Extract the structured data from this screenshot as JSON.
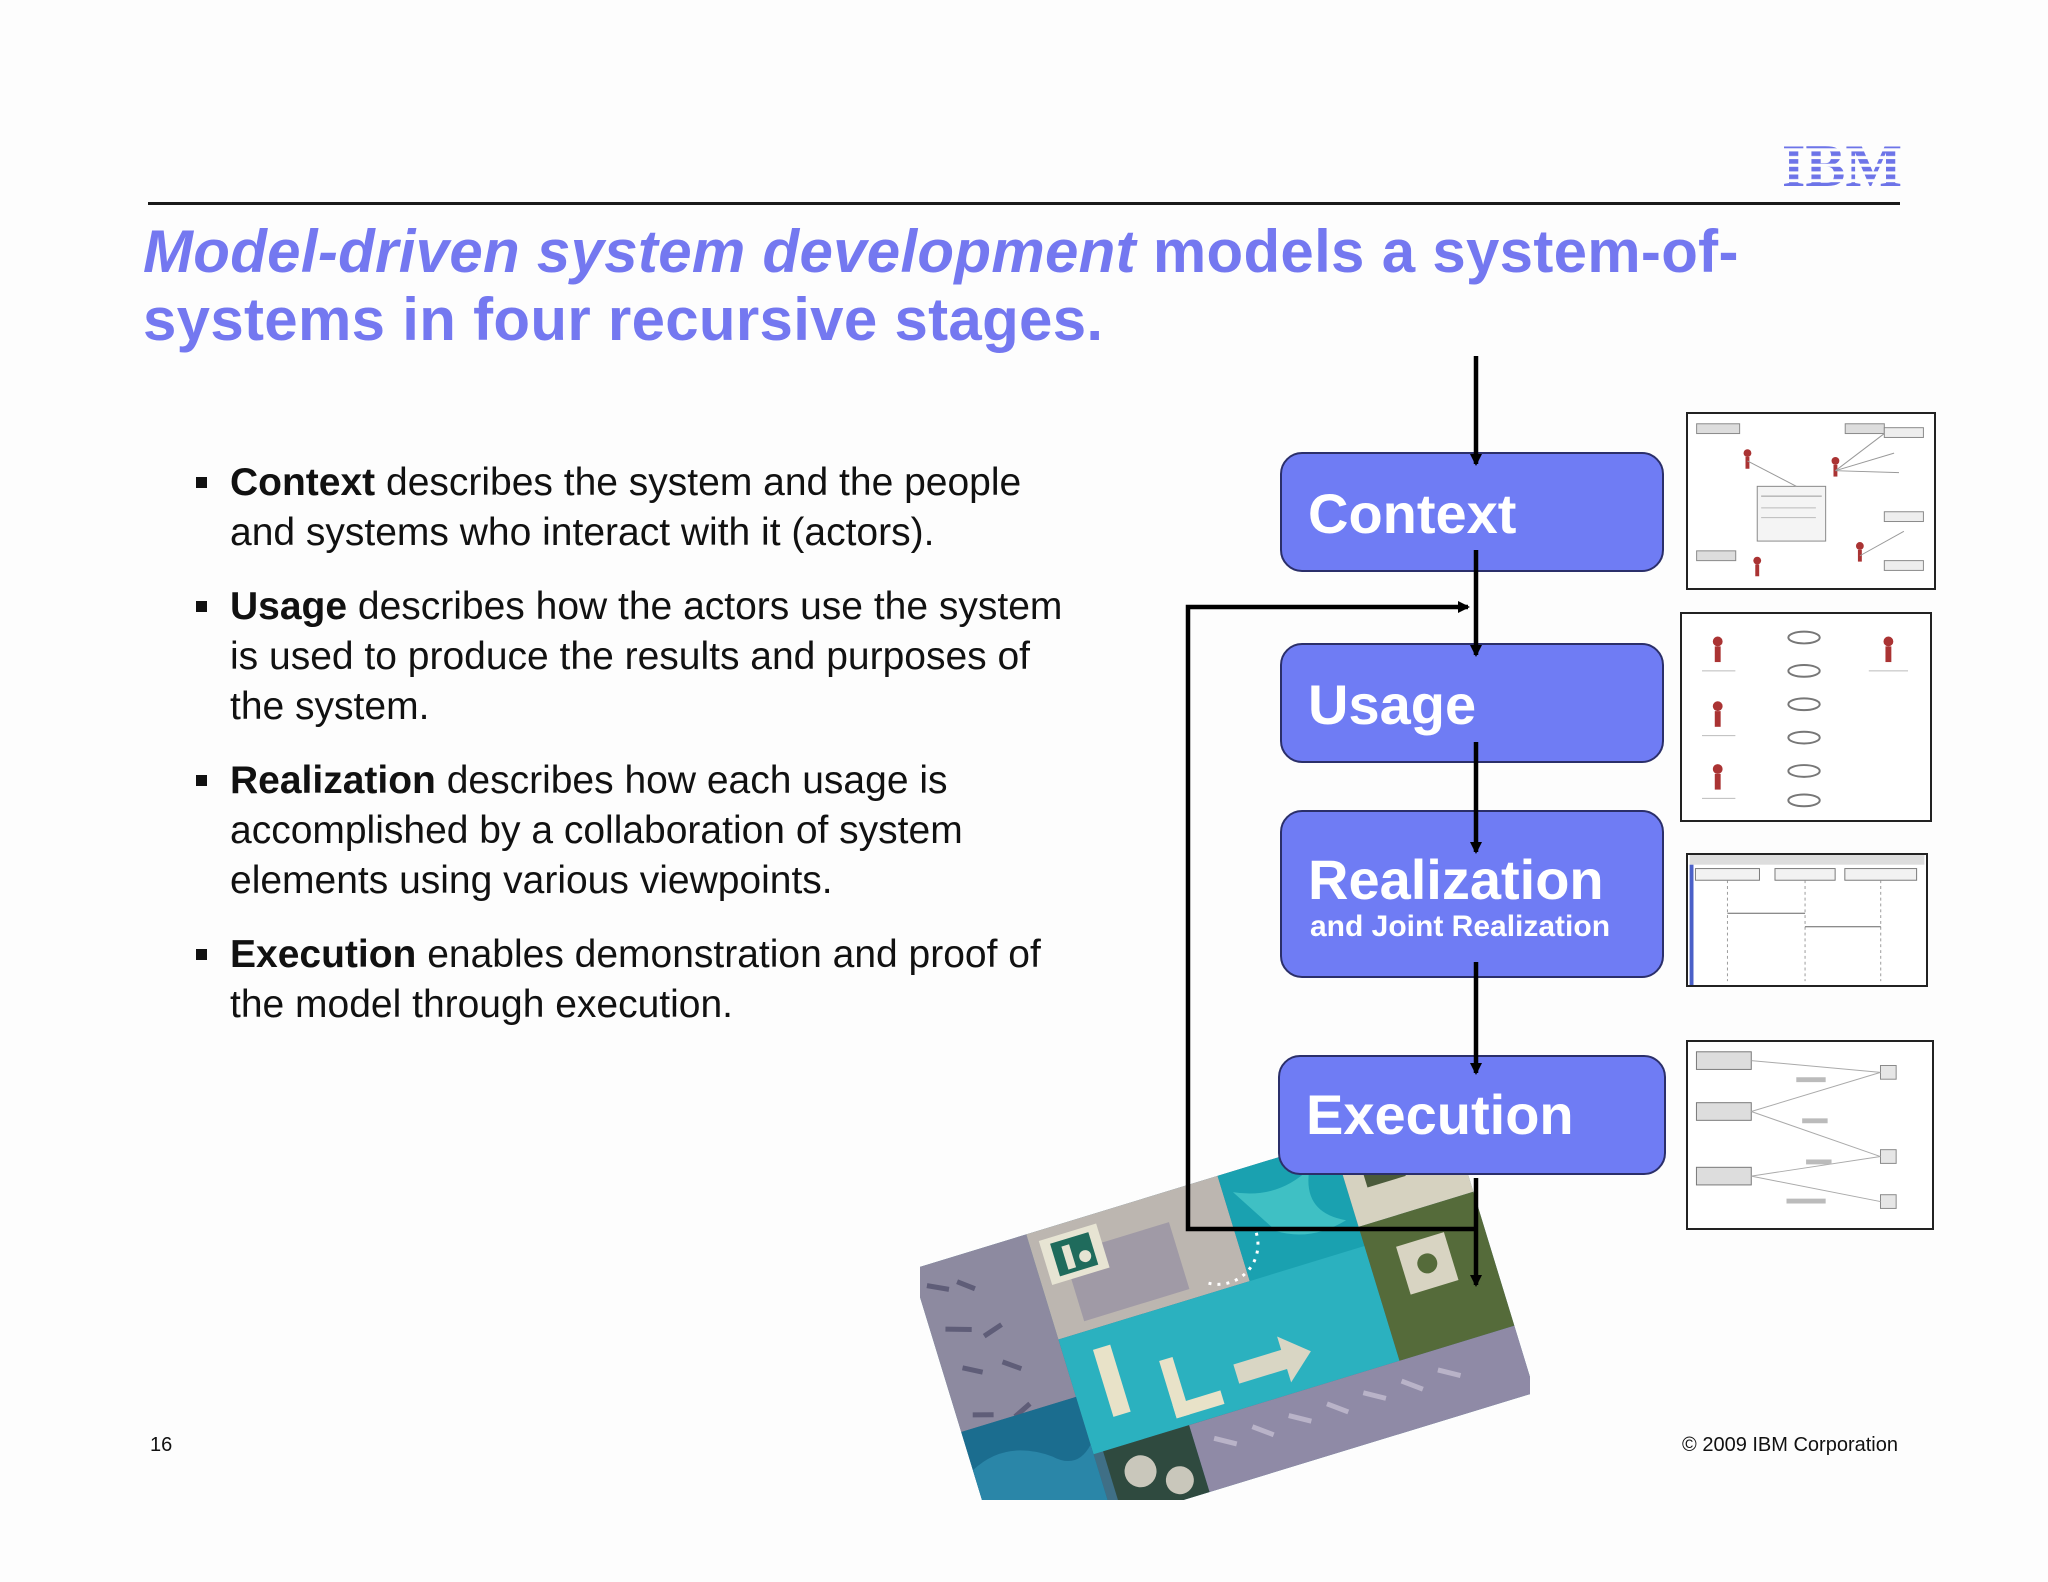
{
  "header": {
    "logo_text": "IBM",
    "title_emphasis": "Model-driven system development",
    "title_rest": " models a system-of-systems in four recursive stages."
  },
  "bullets": [
    {
      "term": "Context",
      "text": " describes the system and the people and systems who interact with it (actors)."
    },
    {
      "term": "Usage",
      "text": " describes how the actors use the system is used to produce the results and purposes of the system."
    },
    {
      "term": "Realization",
      "text": " describes how each usage is accomplished by a collaboration of system elements using various viewpoints."
    },
    {
      "term": "Execution",
      "text": " enables demonstration and proof of the model through execution."
    }
  ],
  "diagram": {
    "stages": [
      {
        "label": "Context"
      },
      {
        "label": "Usage"
      },
      {
        "label": "Realization",
        "sublabel": "and Joint Realization"
      },
      {
        "label": "Execution"
      }
    ]
  },
  "footer": {
    "page_number": "16",
    "copyright": "© 2009 IBM Corporation"
  },
  "colors": {
    "accent": "#7478f0",
    "stage_fill": "#6f7cf4",
    "stage_border": "#2b2f6a"
  }
}
